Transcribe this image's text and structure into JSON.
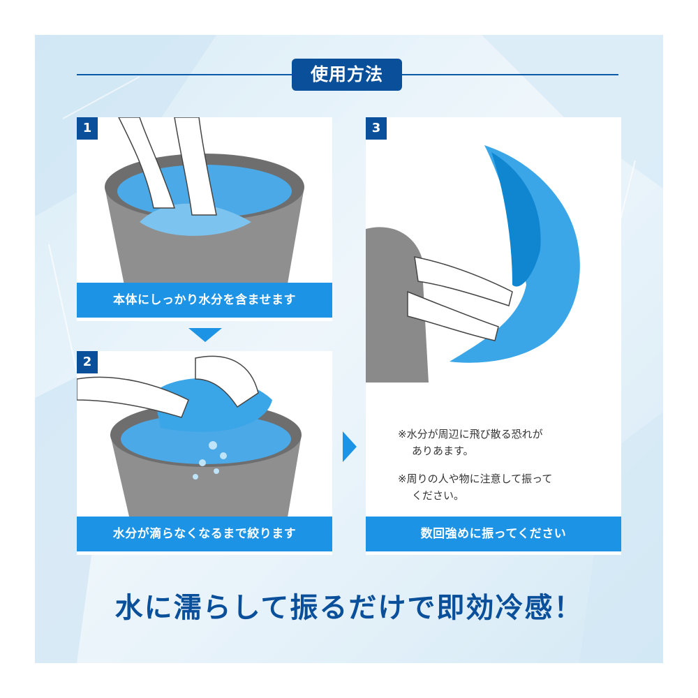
{
  "header": {
    "title": "使用方法"
  },
  "steps": [
    {
      "number": "1",
      "caption": "本体にしっかり水分を含ませます"
    },
    {
      "number": "2",
      "caption": "水分が滴らなくなるまで絞ります"
    },
    {
      "number": "3",
      "caption": "数回強めに振ってください"
    }
  ],
  "notes": [
    {
      "line1": "※水分が周辺に飛び散る恐れが",
      "line2": "ありあます。"
    },
    {
      "line1": "※周りの人や物に注意して振って",
      "line2": "ください。"
    }
  ],
  "headline": "水に濡らして振るだけで即効冷感！",
  "colors": {
    "navy": "#0a4f9a",
    "accent": "#1d93e6",
    "towel": "#3aa6e8",
    "bowl": "#8f8f8f"
  },
  "icons": {
    "down": "triangle-down-icon",
    "right": "triangle-right-icon"
  }
}
